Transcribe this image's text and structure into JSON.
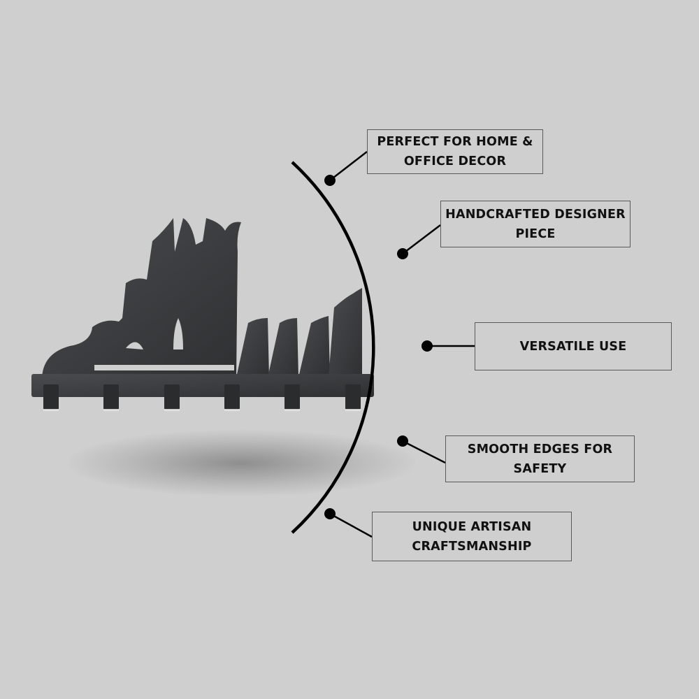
{
  "product": {
    "name": "calligraphy-key-holder",
    "color": "#3c3d3f",
    "hook_count": 6
  },
  "features": [
    {
      "line1": "PERFECT FOR HOME &",
      "line2": "OFFICE DECOR"
    },
    {
      "line1": "HANDCRAFTED DESIGNER",
      "line2": "PIECE"
    },
    {
      "line1": "VERSATILE USE",
      "line2": ""
    },
    {
      "line1": "SMOOTH EDGES FOR",
      "line2": "SAFETY"
    },
    {
      "line1": "UNIQUE ARTISAN",
      "line2": "CRAFTSMANSHIP"
    }
  ],
  "colors": {
    "background": "#cfcfcf",
    "line": "#000000",
    "text": "#111111"
  }
}
